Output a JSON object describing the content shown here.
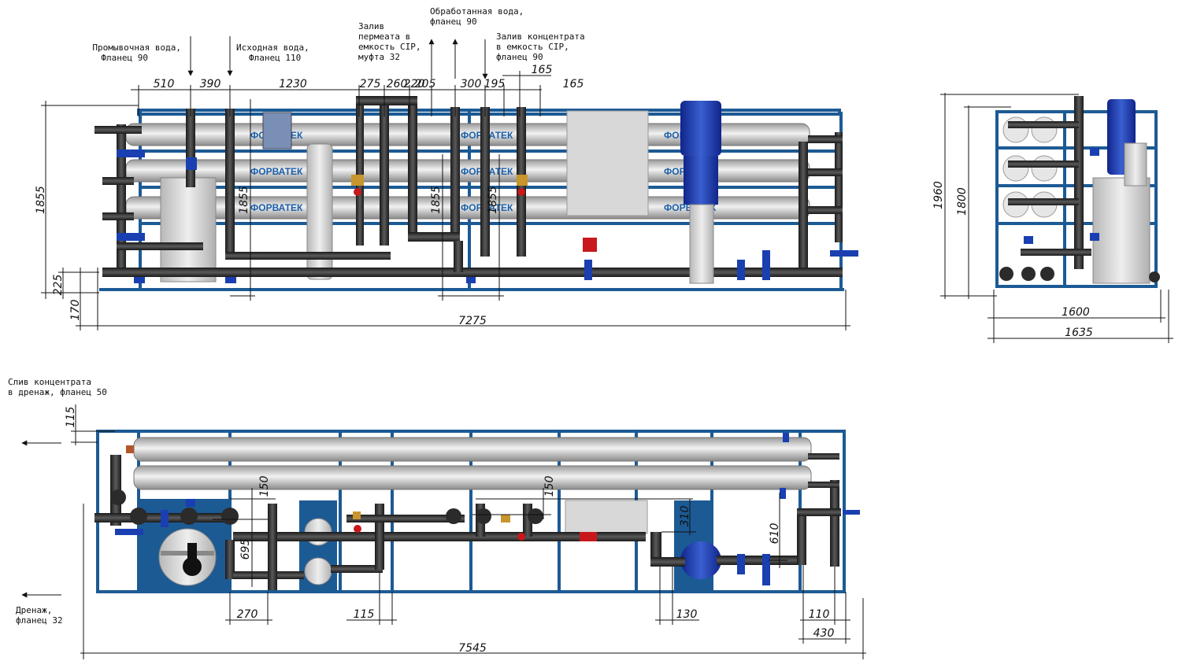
{
  "colors": {
    "frame": "#1c5a94",
    "pipe": "#2b2b2b",
    "membrane": "#c9c9c9",
    "valve_blue": "#1a3fb0",
    "valve_red": "#c8181c",
    "pump_blue": "#1f3fa6",
    "brass": "#c8962c"
  },
  "brand": "ФОРВАТЕК",
  "labels": {
    "flush_water": [
      "Промывочная вода,",
      "Фланец 90"
    ],
    "source_water": [
      "Исходная вода,",
      "Фланец 110"
    ],
    "permeate_fill": [
      "Залив",
      "пермеата в",
      "емкость CIP,",
      "муфта 32"
    ],
    "treated_water": [
      "Обработанная вода,",
      "фланец 90"
    ],
    "concentrate_fill": [
      "Залив концентрата",
      "в емкость CIP,",
      "фланец 90"
    ],
    "concentrate_drain": [
      "Слив концентрата",
      "в дренаж, фланец 50"
    ],
    "drain": [
      "Дренаж,",
      "фланец 32"
    ]
  },
  "front_view": {
    "top_dims": [
      "510",
      "390",
      "1230",
      "275",
      "260",
      "220",
      "205",
      "300",
      "195",
      "165",
      "165"
    ],
    "height_left": "1855",
    "height_mid_a": "1855",
    "height_mid_b": "1855",
    "height_mid_c": "1855",
    "base_a": "225",
    "base_b": "170",
    "length": "7275"
  },
  "side_view": {
    "height_total": "1960",
    "height_frame": "1800",
    "width_a": "1600",
    "width_b": "1635"
  },
  "plan_view": {
    "d115_top": "115",
    "d150_a": "150",
    "d150_b": "150",
    "d310": "310",
    "d610": "610",
    "d695": "695",
    "d270": "270",
    "d115_bottom": "115",
    "d130": "130",
    "d110": "110",
    "d430": "430",
    "length": "7545"
  }
}
